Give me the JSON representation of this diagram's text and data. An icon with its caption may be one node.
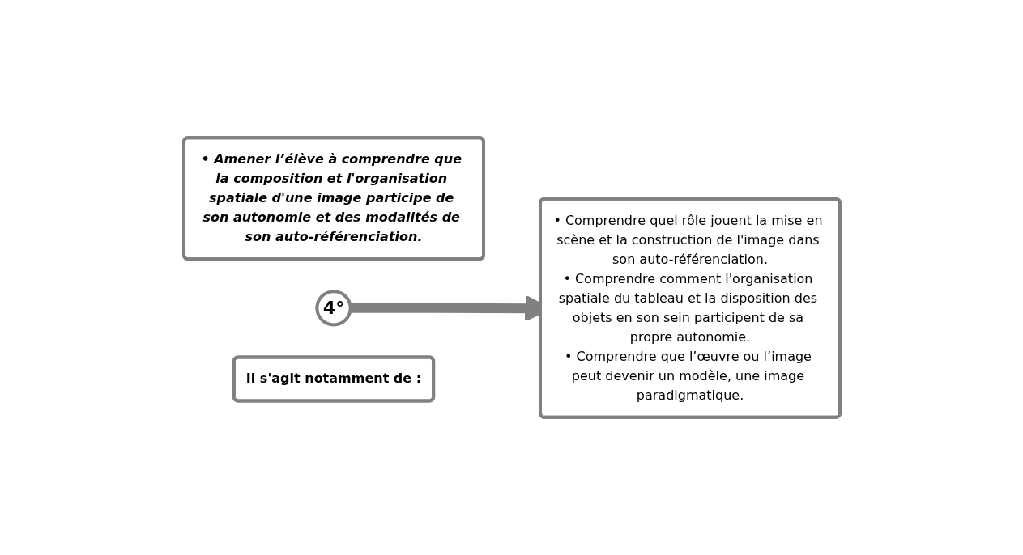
{
  "diagram": {
    "nodes": [
      {
        "text": [
          "• Amener l’élève à comprendre que la composition et l'organisation spatiale d'une image participe de son autonomie et des modalités de son auto-référenciation."
        ]
      },
      {
        "text": [
          "4°"
        ]
      },
      {
        "text": [
          "Il s'agit notamment de :"
        ]
      },
      {
        "text": [
          "• Comprendre quel rôle jouent la mise en scène et la construction de l'image dans son auto-référenciation.",
          "• Comprendre comment l'organisation spatiale du tableau et la disposition des objets en son sein participent de sa propre autonomie.",
          "• Comprendre que l’œuvre ou l’image peut devenir un modèle, une image paradigmatique."
        ]
      }
    ],
    "edges": [
      {
        "from": 1,
        "to": 3,
        "arrow": "to"
      }
    ]
  }
}
